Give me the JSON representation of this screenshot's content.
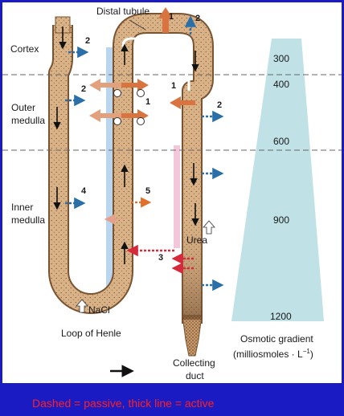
{
  "labels": {
    "distal_tubule": "Distal tubule",
    "cortex": "Cortex",
    "outer_medulla_1": "Outer",
    "outer_medulla_2": "medulla",
    "inner_medulla_1": "Inner",
    "inner_medulla_2": "medulla",
    "nacl": "NaCl",
    "urea": "Urea",
    "loop_of_henle": "Loop of Henle",
    "collecting_duct_1": "Collecting",
    "collecting_duct_2": "duct",
    "gradient_1": "Osmotic gradient",
    "gradient_2": "(milliosmoles · L",
    "gradient_sup": "−1",
    "gradient_close": ")"
  },
  "osmolarity": [
    "300",
    "400",
    "600",
    "900",
    "1200"
  ],
  "markers": {
    "m1_top": "1",
    "m2_top": "2",
    "m2_cortex": "2",
    "m2_outer_left": "2",
    "m1_outer": "1",
    "m1_outer_right": "1",
    "m2_outer_right": "2",
    "m4": "4",
    "m5": "5",
    "m3": "3"
  },
  "caption": "Dashed = passive, thick line = active",
  "colors": {
    "background": "#1b1bc4",
    "tubule": "#d9b287",
    "active_arrow": "#d9733f",
    "passive_water": "#2a6fa8",
    "passive_urea": "#d62a3c",
    "gradient": "#b5dde2",
    "caption": "#ff2020"
  }
}
